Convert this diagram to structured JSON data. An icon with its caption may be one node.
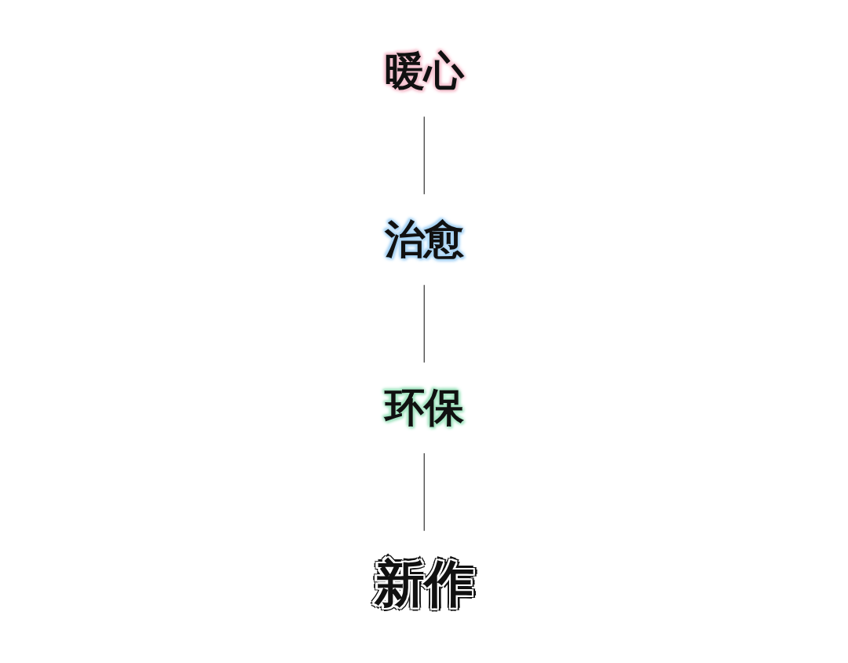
{
  "diagram": {
    "nodes": [
      {
        "text": [
          "暖心"
        ]
      },
      {
        "text": [
          "治愈"
        ]
      },
      {
        "text": [
          "环保"
        ]
      },
      {
        "text": [
          "新作"
        ]
      }
    ],
    "edges": [
      {
        "from": 0,
        "to": 1,
        "arrow": "none"
      },
      {
        "from": 1,
        "to": 2,
        "arrow": "none"
      },
      {
        "from": 2,
        "to": 3,
        "arrow": "none"
      }
    ]
  }
}
